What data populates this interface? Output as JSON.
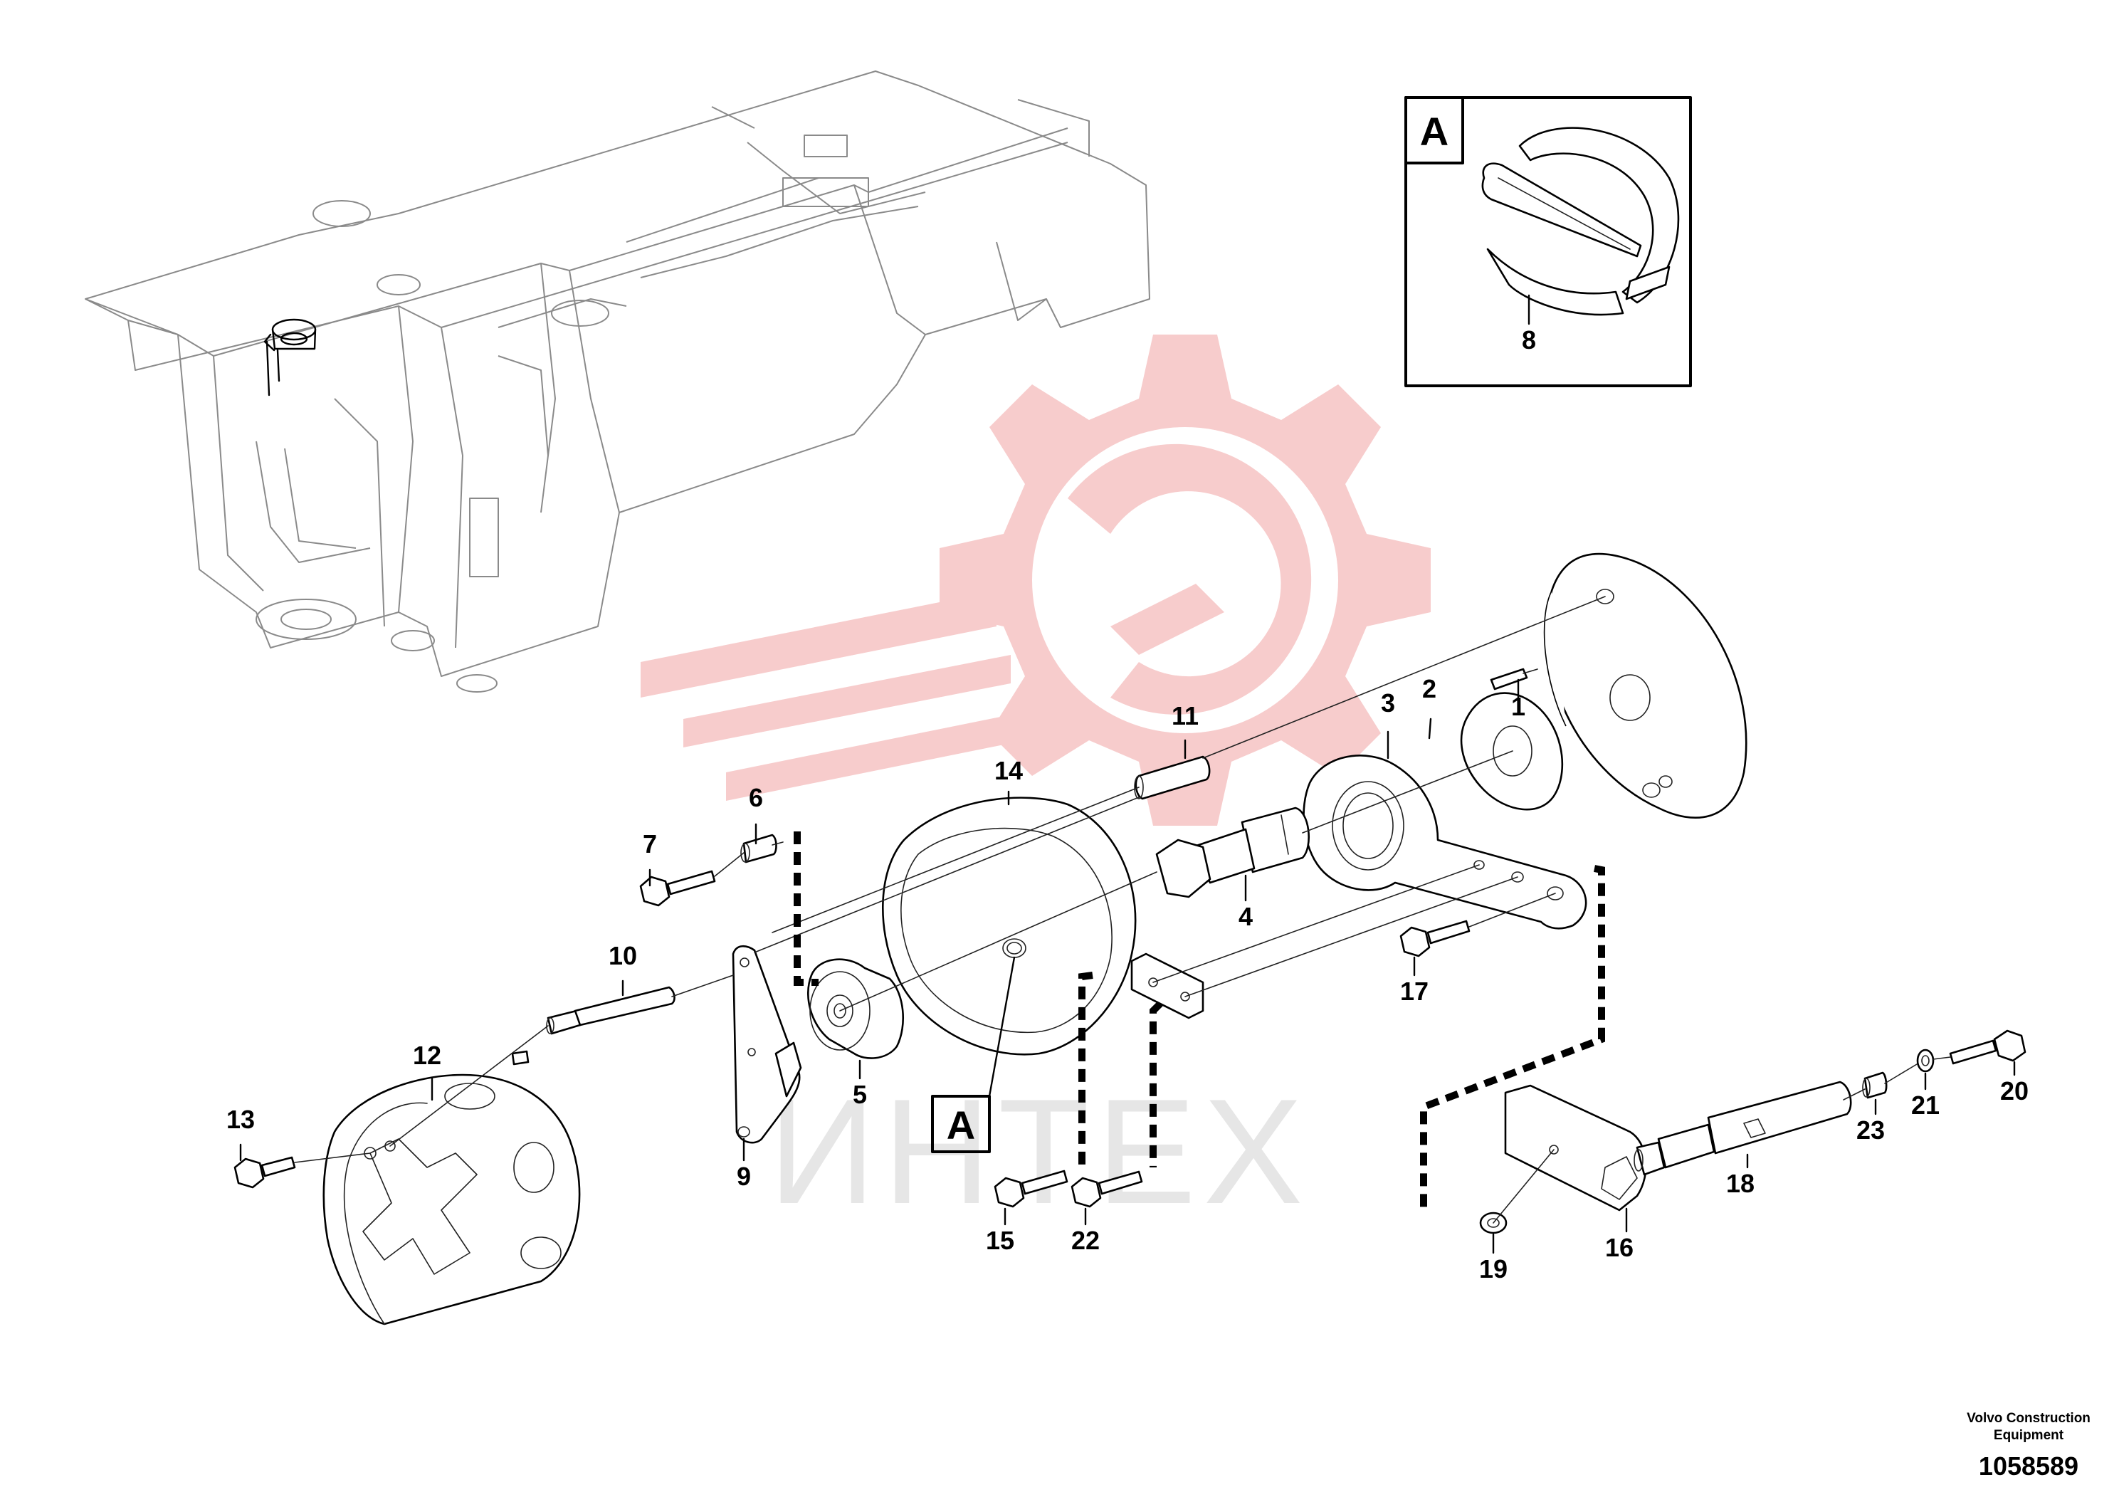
{
  "callouts": [
    {
      "id": "1",
      "label": "1"
    },
    {
      "id": "2",
      "label": "2"
    },
    {
      "id": "3",
      "label": "3"
    },
    {
      "id": "4",
      "label": "4"
    },
    {
      "id": "5",
      "label": "5"
    },
    {
      "id": "6",
      "label": "6"
    },
    {
      "id": "7",
      "label": "7"
    },
    {
      "id": "8",
      "label": "8"
    },
    {
      "id": "9",
      "label": "9"
    },
    {
      "id": "10",
      "label": "10"
    },
    {
      "id": "11",
      "label": "11"
    },
    {
      "id": "12",
      "label": "12"
    },
    {
      "id": "13",
      "label": "13"
    },
    {
      "id": "14",
      "label": "14"
    },
    {
      "id": "15",
      "label": "15"
    },
    {
      "id": "16",
      "label": "16"
    },
    {
      "id": "17",
      "label": "17"
    },
    {
      "id": "18",
      "label": "18"
    },
    {
      "id": "19",
      "label": "19"
    },
    {
      "id": "20",
      "label": "20"
    },
    {
      "id": "21",
      "label": "21"
    },
    {
      "id": "22",
      "label": "22"
    },
    {
      "id": "23",
      "label": "23"
    }
  ],
  "detail_view": {
    "label": "A"
  },
  "reference_marker": {
    "label": "A"
  },
  "watermark": {
    "text": "ИНТЕХ",
    "color": "#e8e8e8",
    "logo_color": "#f5c9c9"
  },
  "footer": {
    "credit_line1": "Volvo Construction",
    "credit_line2": "Equipment",
    "drawing_number": "1058589"
  }
}
